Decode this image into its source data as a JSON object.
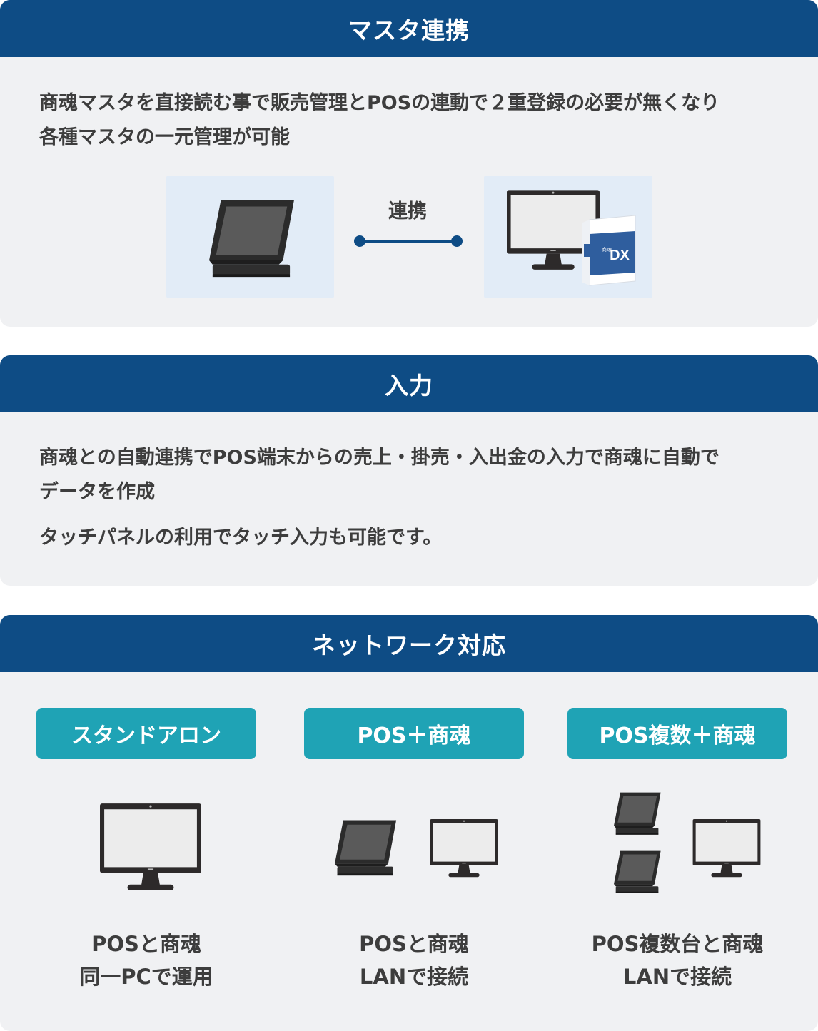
{
  "section1": {
    "title": "マスタ連携",
    "text_line1": "商魂マスタを直接読む事で販売管理とPOSの連動で２重登録の必要が無くなり",
    "text_line2": "各種マスタの一元管理が可能",
    "link_label": "連携",
    "box_logo": "DX",
    "box_title": "商魂"
  },
  "section2": {
    "title": "入力",
    "text_line1": "商魂との自動連携でPOS端末からの売上・掛売・入出金の入力で商魂に自動で",
    "text_line2": "データを作成",
    "text_line3": "タッチパネルの利用でタッチ入力も可能です。"
  },
  "section3": {
    "title": "ネットワーク対応",
    "columns": [
      {
        "label": "スタンドアロン",
        "caption_line1": "POSと商魂",
        "caption_line2": "同一PCで運用"
      },
      {
        "label": "POS＋商魂",
        "caption_line1": "POSと商魂",
        "caption_line2": "LANで接続"
      },
      {
        "label": "POS複数＋商魂",
        "caption_line1": "POS複数台と商魂",
        "caption_line2": "LANで接続"
      }
    ]
  },
  "colors": {
    "header_bg": "#0e4c85",
    "panel_bg": "#f0f1f3",
    "pill_bg": "#1fa3b5",
    "image_bg": "#e2ecf7"
  },
  "icons": [
    "pos-terminal-icon",
    "monitor-icon",
    "software-box-icon",
    "link-connector-icon"
  ]
}
